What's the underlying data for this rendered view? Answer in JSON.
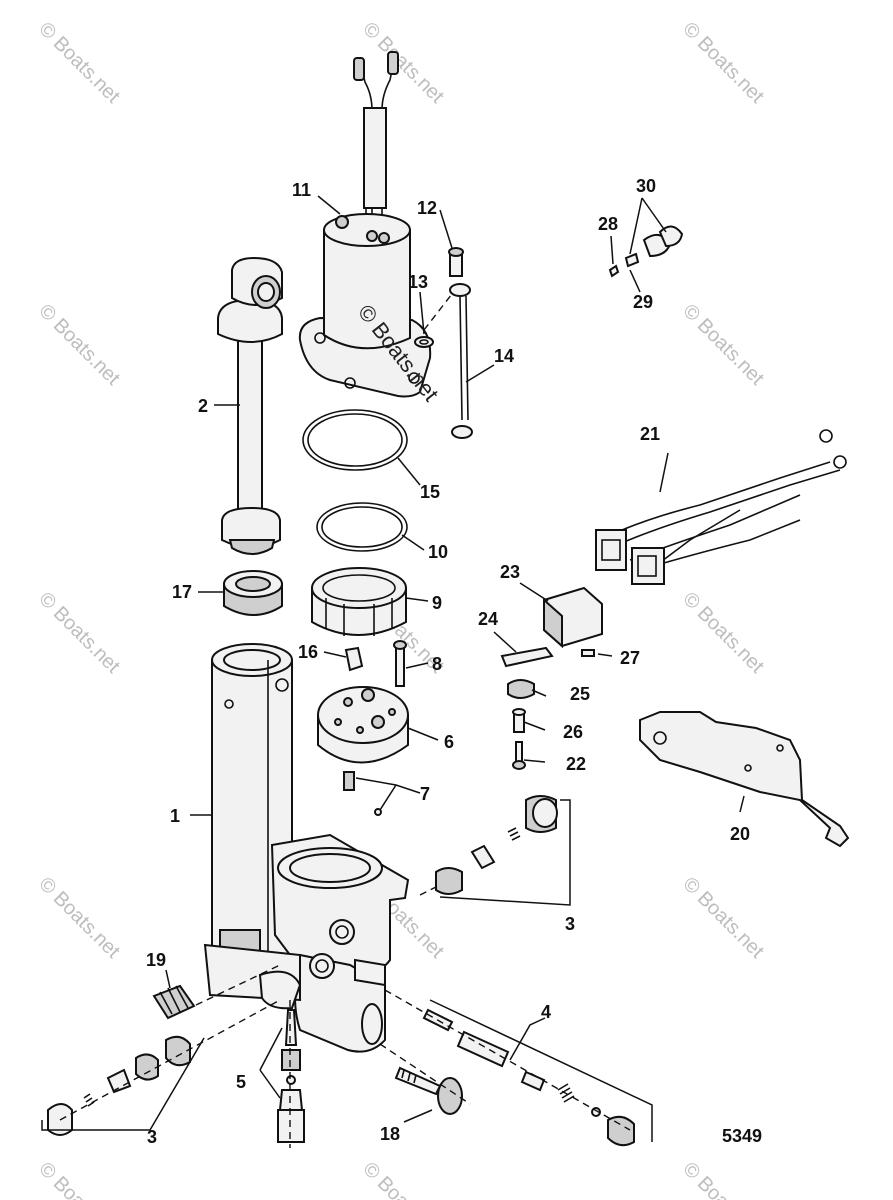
{
  "watermark": "© Boats.net",
  "figure_number": "5349",
  "callouts": [
    "1",
    "2",
    "3",
    "3",
    "4",
    "5",
    "6",
    "7",
    "8",
    "9",
    "10",
    "11",
    "12",
    "13",
    "14",
    "15",
    "16",
    "17",
    "18",
    "19",
    "20",
    "21",
    "22",
    "23",
    "24",
    "25",
    "26",
    "27",
    "28",
    "29",
    "30"
  ]
}
